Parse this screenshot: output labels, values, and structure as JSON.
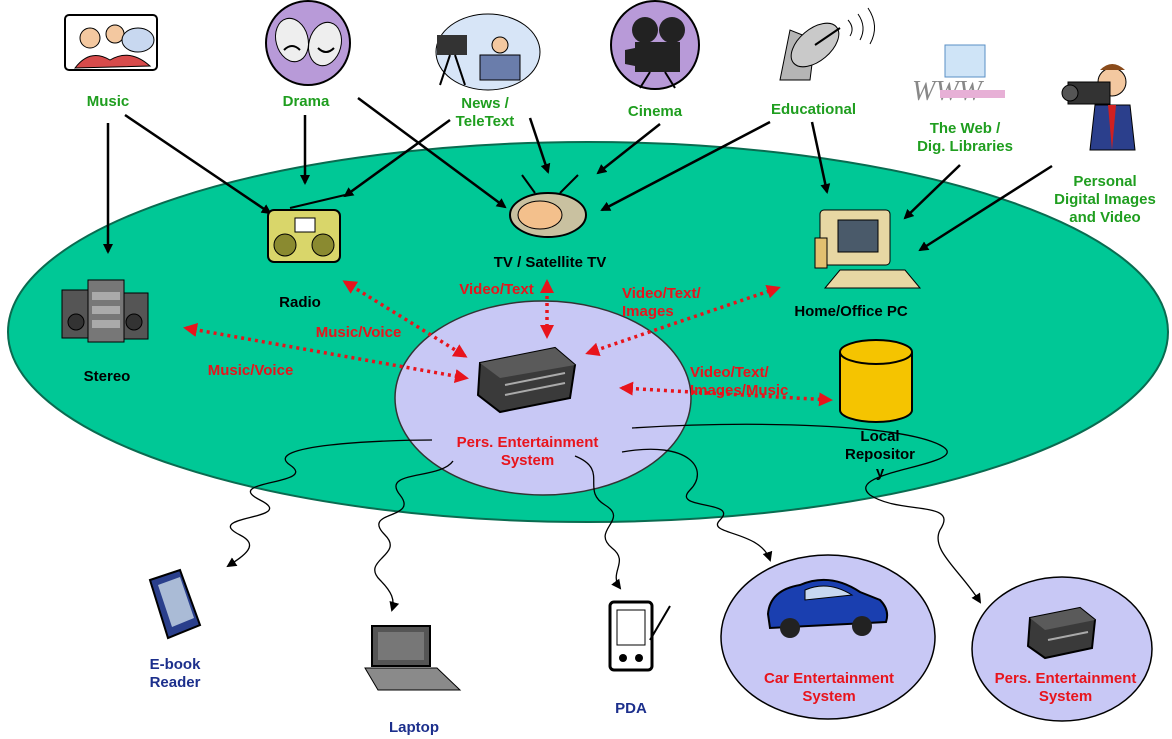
{
  "colors": {
    "ellipse_fill": "#00c896",
    "hub_fill": "#c8c8f5",
    "source_label": "#1f9e1f",
    "flow_label": "#e8141c",
    "device_label": "#1c2f8c",
    "arrow": "#000000",
    "flow_arrow": "#e8141c",
    "repository": "#f5c400"
  },
  "sources": {
    "music": "Music",
    "drama": "Drama",
    "news": "News /\nTeleText",
    "cinema": "Cinema",
    "educational": "Educational",
    "web": "The Web /\nDig. Libraries",
    "personal": "Personal\nDigital Images\nand Video"
  },
  "home_devices": {
    "radio": "Radio",
    "tv": "TV / Satellite TV",
    "stereo": "Stereo",
    "pc": "Home/Office PC",
    "repository": "Local\nRepositor\ny",
    "hub": "Pers. Entertainment\nSystem"
  },
  "flows": {
    "tv": "Video/Text",
    "pc": "Video/Text/\nImages",
    "radio": "Music/Voice",
    "stereo": "Music/Voice",
    "repository": "Video/Text/\nImages/Music"
  },
  "mobile_devices": {
    "ebook": "E-book\nReader",
    "laptop": "Laptop",
    "pda": "PDA",
    "car": "Car Entertainment\nSystem",
    "pes": "Pers. Entertainment\nSystem"
  },
  "icons": {
    "music": "music-listener-icon",
    "drama": "theater-masks-icon",
    "news": "news-camera-icon",
    "cinema": "film-camera-icon",
    "educational": "satellite-dish-icon",
    "web": "www-icon",
    "personal": "camcorder-person-icon",
    "radio": "boombox-icon",
    "tv": "television-icon",
    "stereo": "stereo-icon",
    "pc": "desktop-pc-icon",
    "repository": "database-cylinder-icon",
    "hub": "set-top-box-icon",
    "ebook": "ebook-icon",
    "laptop": "laptop-icon",
    "pda": "pda-icon",
    "car": "car-icon",
    "pes": "set-top-box-icon"
  }
}
